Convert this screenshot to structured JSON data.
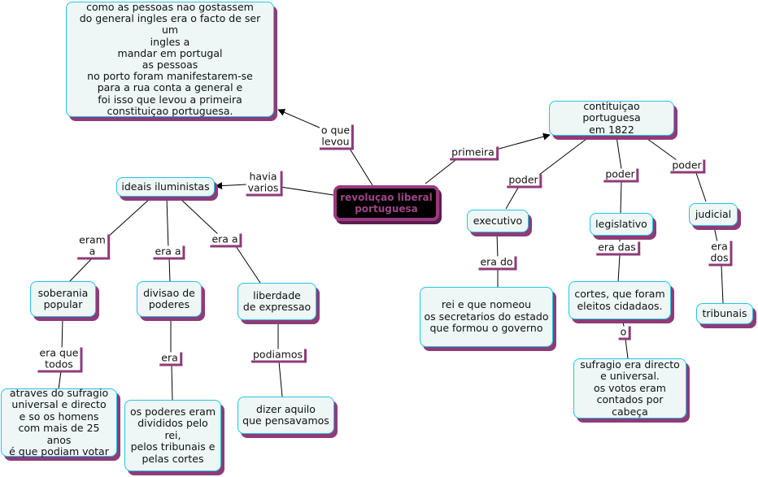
{
  "nodes": {
    "root": "revoluçao liberal\nportuguesa",
    "note": "como as pessoas nao gostassem\ndo general ingles era o facto de ser um\ningles a\nmandar em portugal\nas pessoas\nno porto foram manifestarem-se\npara a rua conta a general e\nfoi isso que levou a primeira\nconstituiçao portuguesa.",
    "ideais": "ideais iluministas",
    "soberania": "soberania\npopular",
    "divisao": "divisao de\npoderes",
    "liberdade": "liberdade\nde expressao",
    "sufragio_h": "atraves do sufragio\nuniversal e directo\ne so os homens\ncom mais de 25 anos\né que podiam votar",
    "poderes_div": "os poderes eram\ndivididos pelo rei,\npelos tribunais e\npelas cortes",
    "dizer": "dizer aquilo\nque pensavamos",
    "constituicao": "contituiçao portuguesa\nem 1822",
    "executivo": "executivo",
    "legislativo": "legislativo",
    "judicial": "judicial",
    "rei": "rei e que nomeou\nos secretarios do estado\nque formou o governo",
    "cortes": "cortes, que foram\neleitos cidadaos.",
    "sufragio_d": "sufragio era directo\ne universal.\nos votos eram\ncontados por cabeça",
    "tribunais": "tribunais"
  },
  "links": {
    "o_que_levou": "o que\nlevou",
    "havia_varios": "havia\nvarios",
    "primeira": "primeira",
    "eram_a": "eram\na",
    "era_a_1": "era a",
    "era_a_2": "era a",
    "era_que_todos": "era que\ntodos",
    "era": "era",
    "podiamos": "podiamos",
    "poder_1": "poder",
    "poder_2": "poder",
    "poder_3": "poder",
    "era_do": "era do",
    "era_das": "era das",
    "o": "o",
    "era_dos": "era\ndos"
  },
  "colors": {
    "node_fill": "#eef6f6",
    "node_border": "#22c6e6",
    "node_shadow": "#8f3b78",
    "root_fill": "#000000",
    "root_border": "#9b3a82",
    "root_text": "#a04488"
  }
}
